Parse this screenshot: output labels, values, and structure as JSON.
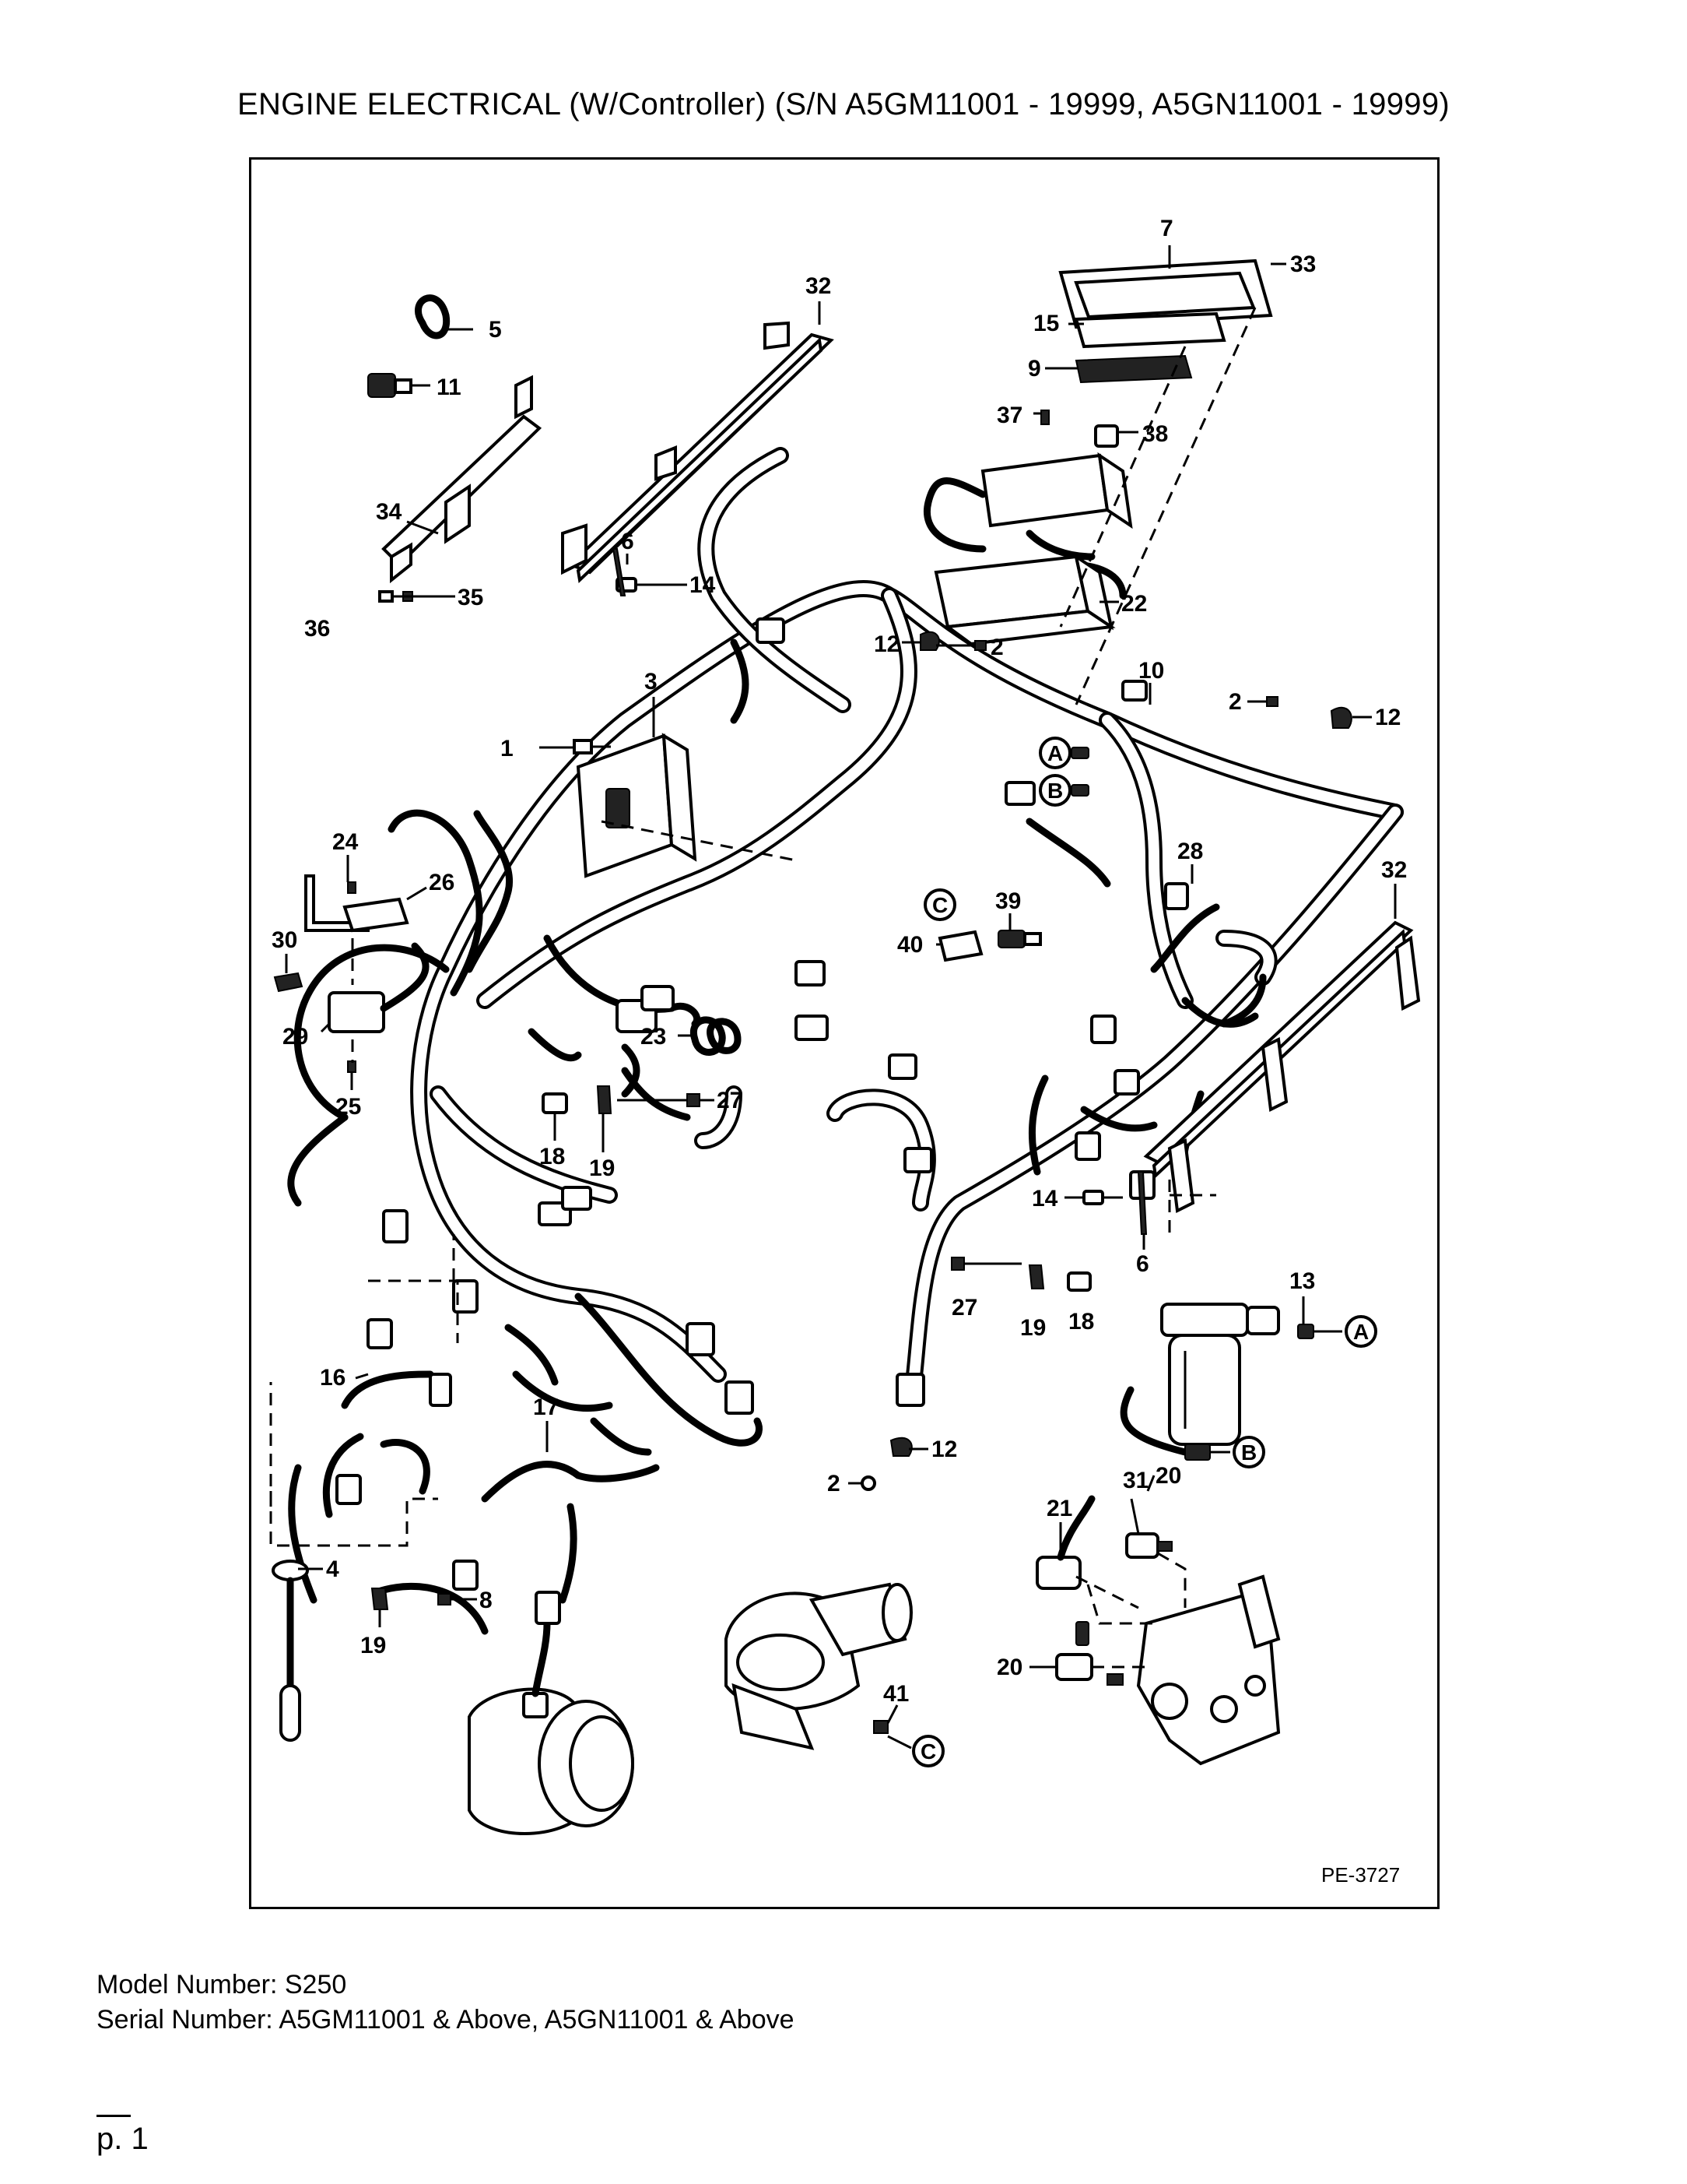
{
  "header": {
    "title": "ENGINE ELECTRICAL (W/Controller) (S/N A5GM11001 - 19999, A5GN11001 - 19999)"
  },
  "figure": {
    "drawing_id": "PE-3727",
    "callouts": {
      "c1": "1",
      "c2a": "2",
      "c2b": "2",
      "c2c": "2",
      "c3": "3",
      "c4": "4",
      "c5": "5",
      "c6a": "6",
      "c6b": "6",
      "c7": "7",
      "c8": "8",
      "c9": "9",
      "c10": "10",
      "c11": "11",
      "c12a": "12",
      "c12b": "12",
      "c12c": "12",
      "c13": "13",
      "c14a": "14",
      "c14b": "14",
      "c15": "15",
      "c16": "16",
      "c17": "17",
      "c18a": "18",
      "c18b": "18",
      "c19a": "19",
      "c19b": "19",
      "c19c": "19",
      "c20a": "20",
      "c20b": "20",
      "c21": "21",
      "c22": "22",
      "c23": "23",
      "c24": "24",
      "c25": "25",
      "c26": "26",
      "c27a": "27",
      "c27b": "27",
      "c28": "28",
      "c29": "29",
      "c30": "30",
      "c31": "31",
      "c32a": "32",
      "c32b": "32",
      "c33": "33",
      "c34": "34",
      "c35": "35",
      "c36": "36",
      "c37": "37",
      "c38": "38",
      "c39": "39",
      "c40": "40",
      "c41": "41"
    },
    "references": {
      "a1": "A",
      "b1": "B",
      "c1": "C",
      "a2": "A",
      "b2": "B",
      "c2": "C"
    }
  },
  "footer": {
    "model_number": "Model Number: S250",
    "serial_number": "Serial Number: A5GM11001 & Above, A5GN11001 & Above",
    "page": "p. 1"
  }
}
